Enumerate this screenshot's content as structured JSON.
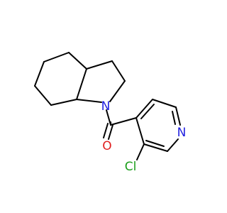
{
  "atoms": [
    {
      "symbol": "N",
      "color": "#1f1fe0"
    },
    {
      "symbol": "O",
      "color": "#e01f1f"
    },
    {
      "symbol": "N",
      "color": "#1f1fe0"
    },
    {
      "symbol": "Cl",
      "color": "#1a9e1a"
    }
  ]
}
